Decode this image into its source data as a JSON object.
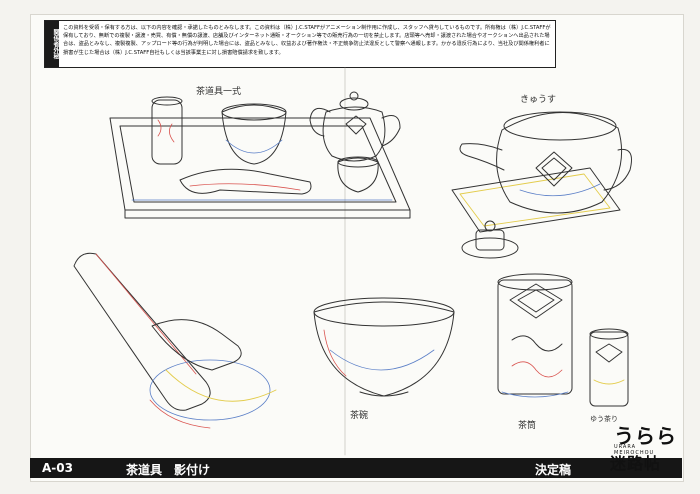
{
  "notice": {
    "stamp": "関係者外秘",
    "text": "この資料を受領・保有する方は、以下の内容を確認・承諾したものとみなします。この資料は（株）J.C.STAFFがアニメーション制作用に作成し、スタッフへ貸与しているものです。所有権は（株）J.C.STAFFが保有しており、無断での複製・譲渡・売買、有償・無償の譲渡、店舗及びインターネット通販・オークション等での販売行為の一切を禁止します。店頭等へ売却・譲渡された場合やオークションへ出品された場合は、盗品とみなし、複製複製、アップロード等の行為が判明した場合には、盗品とみなし、収益および著作権法・不正競争防止法違反として警察へ通報します。かかる違反行為により、当社及び関係権利者に損害が生じた場合は（株）J.C.STAFF自社もしくは当該事業主に対し損害賠償請求を致します。"
  },
  "labels": {
    "tea_set": "茶道具一式",
    "teapot": "きゅうす",
    "tea_bowl": "茶碗",
    "tea_canister": "茶筒",
    "yunomi": "ゆう茶り"
  },
  "footer": {
    "code": "A-03",
    "title": "茶道具　影付け",
    "status": "決定稿"
  },
  "logo": {
    "main": "うらら",
    "sub": "URARA MEIROCHOU",
    "title": "迷路帖"
  },
  "colors": {
    "line": "#333333",
    "shadow_red": "#d9534f",
    "shadow_blue": "#5b7fc7",
    "highlight_yellow": "#e3cc4c",
    "footer_bg": "#161616"
  }
}
